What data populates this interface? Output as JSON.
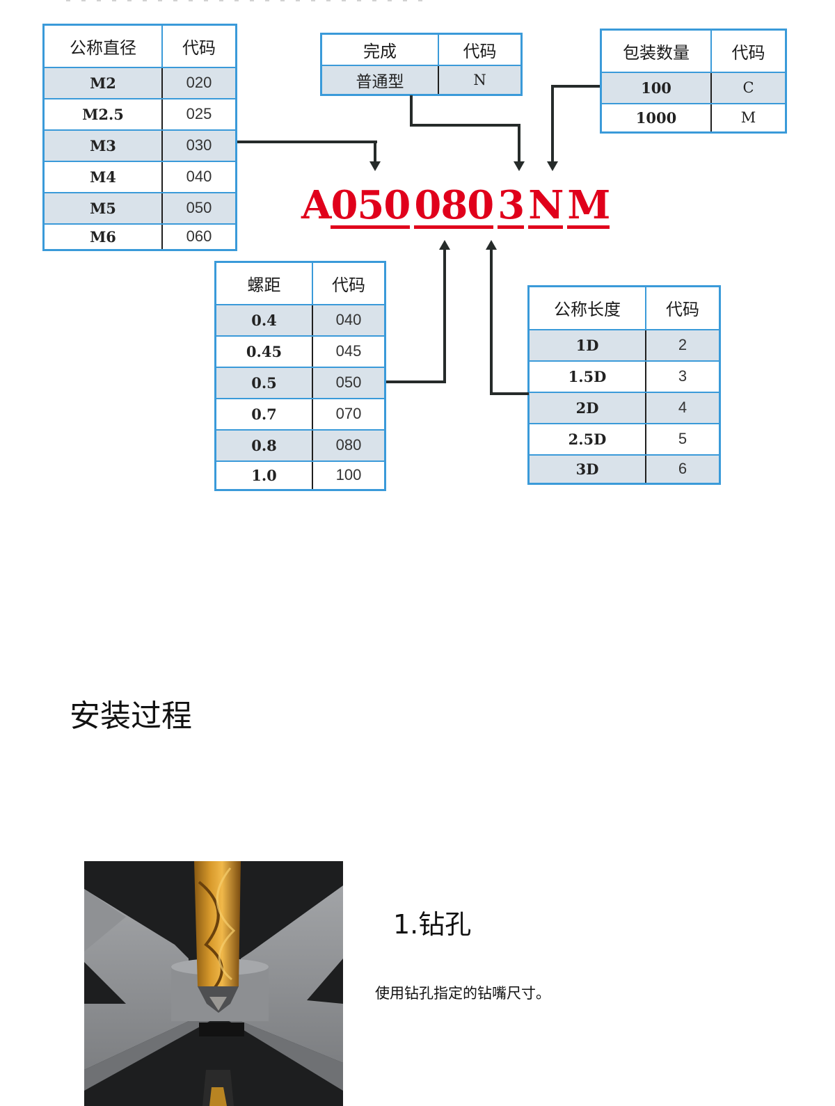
{
  "header_clipped_text": "",
  "code_example": {
    "prefix": "A",
    "segments": [
      "050",
      "080",
      "3",
      "N",
      "M"
    ],
    "color": "#e0001b"
  },
  "tables": {
    "diameter": {
      "header": [
        "公称直径",
        "代码"
      ],
      "rows": [
        [
          "M2",
          "020"
        ],
        [
          "M2.5",
          "025"
        ],
        [
          "M3",
          "030"
        ],
        [
          "M4",
          "040"
        ],
        [
          "M5",
          "050"
        ],
        [
          "M6",
          "060"
        ]
      ]
    },
    "finish": {
      "header": [
        "完成",
        "代码"
      ],
      "rows": [
        [
          "普通型",
          "N"
        ]
      ]
    },
    "packaging": {
      "header": [
        "包装数量",
        "代码"
      ],
      "rows": [
        [
          "100",
          "C"
        ],
        [
          "1000",
          "M"
        ]
      ]
    },
    "pitch": {
      "header": [
        "螺距",
        "代码"
      ],
      "rows": [
        [
          "0.4",
          "040"
        ],
        [
          "0.45",
          "045"
        ],
        [
          "0.5",
          "050"
        ],
        [
          "0.7",
          "070"
        ],
        [
          "0.8",
          "080"
        ],
        [
          "1.0",
          "100"
        ]
      ]
    },
    "length": {
      "header": [
        "公称长度",
        "代码"
      ],
      "rows": [
        [
          "1D",
          "2"
        ],
        [
          "1.5D",
          "3"
        ],
        [
          "2D",
          "4"
        ],
        [
          "2.5D",
          "5"
        ],
        [
          "3D",
          "6"
        ]
      ]
    }
  },
  "colors": {
    "table_border": "#3a9ad9",
    "row_alt_bg": "#d9e2ea",
    "connector": "#262b2a"
  },
  "install": {
    "title": "安装过程",
    "steps": [
      {
        "title": "1.钻孔",
        "description": "使用钻孔指定的钻嘴尺寸。",
        "image": "drill-bit-in-hole"
      }
    ]
  }
}
